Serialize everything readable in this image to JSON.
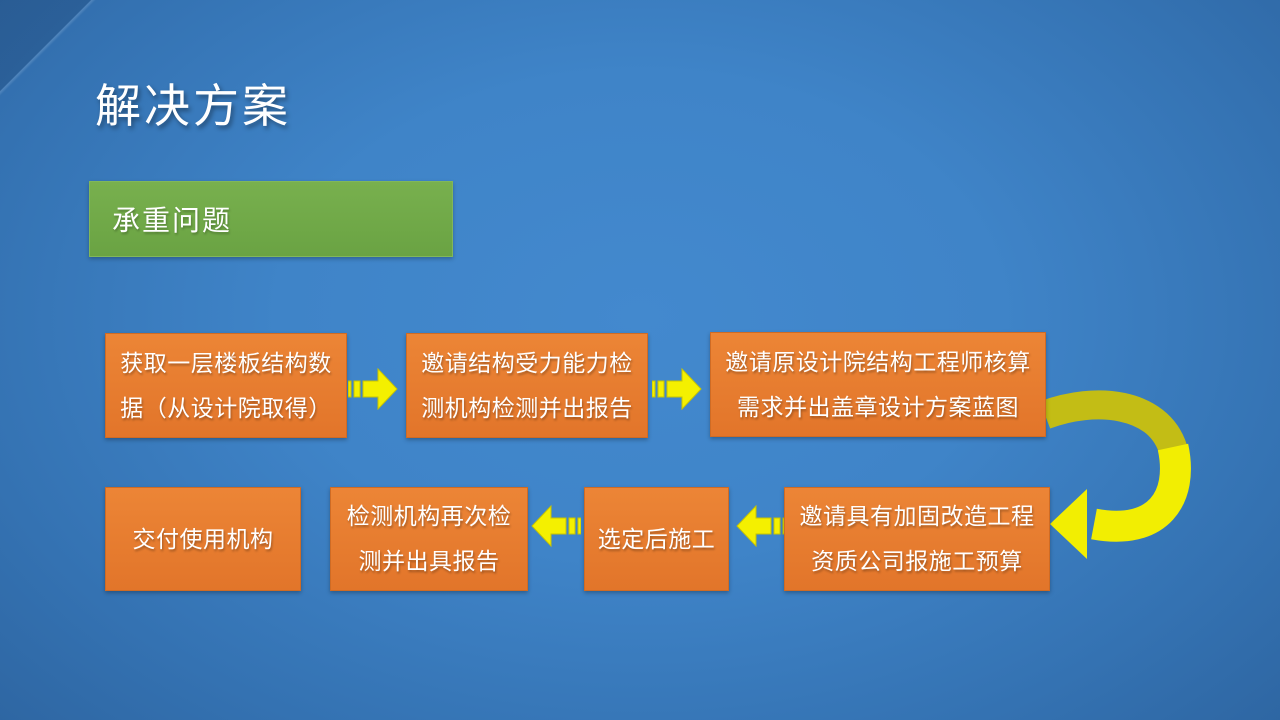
{
  "slide": {
    "title": "解决方案",
    "category_label": "承重问题"
  },
  "flowchart": {
    "row1": [
      {
        "label": "获取一层楼板结构数据（从设计院取得）"
      },
      {
        "label": "邀请结构受力能力检测机构检测并出报告"
      },
      {
        "label": "邀请原设计院结构工程师核算需求并出盖章设计方案蓝图"
      }
    ],
    "row2": [
      {
        "label": "邀请具有加固改造工程资质公司报施工预算"
      },
      {
        "label": "选定后施工"
      },
      {
        "label": "检测机构再次检测并出具报告"
      },
      {
        "label": "交付使用机构"
      }
    ]
  },
  "icons": {
    "forward_connector": "striped-right-arrow",
    "backward_connector": "striped-left-arrow",
    "row_transition": "u-turn-arrow"
  },
  "colors": {
    "background_center": "#4389ce",
    "background_edge": "#2c629d",
    "step_orange": "#e87e30",
    "category_green": "#6fa848",
    "arrow_yellow": "#f4f000",
    "arrow_yellow_shaded": "#c3bd15",
    "text": "#ffffff"
  }
}
